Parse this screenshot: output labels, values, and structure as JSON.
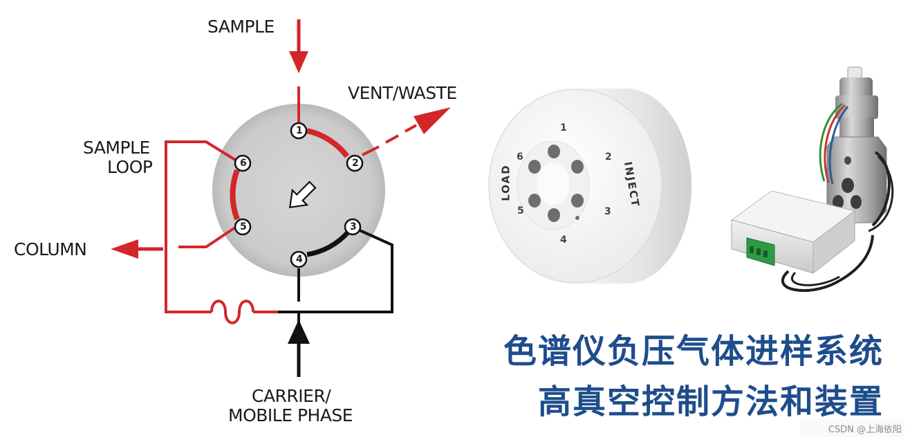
{
  "diagram": {
    "labels": {
      "sample": "SAMPLE",
      "vent_waste": "VENT/WASTE",
      "sample_loop_1": "SAMPLE",
      "sample_loop_2": "LOOP",
      "column": "COLUMN",
      "carrier_1": "CARRIER/",
      "carrier_2": "MOBILE PHASE"
    },
    "ports": [
      "1",
      "2",
      "3",
      "4",
      "5",
      "6"
    ]
  },
  "valve_photo": {
    "ports": [
      "1",
      "2",
      "3",
      "4",
      "5",
      "6"
    ],
    "load_label": "LOAD",
    "inject_label": "INJECT"
  },
  "title": {
    "line1": "色谱仪负压气体进样系统",
    "line2": "高真空控制方法和装置"
  },
  "watermark": "CSDN @上海依阳",
  "colors": {
    "red": "#d3262b",
    "black": "#111111",
    "disc": "#cfcfcf",
    "title_blue": "#1e4d8c"
  }
}
